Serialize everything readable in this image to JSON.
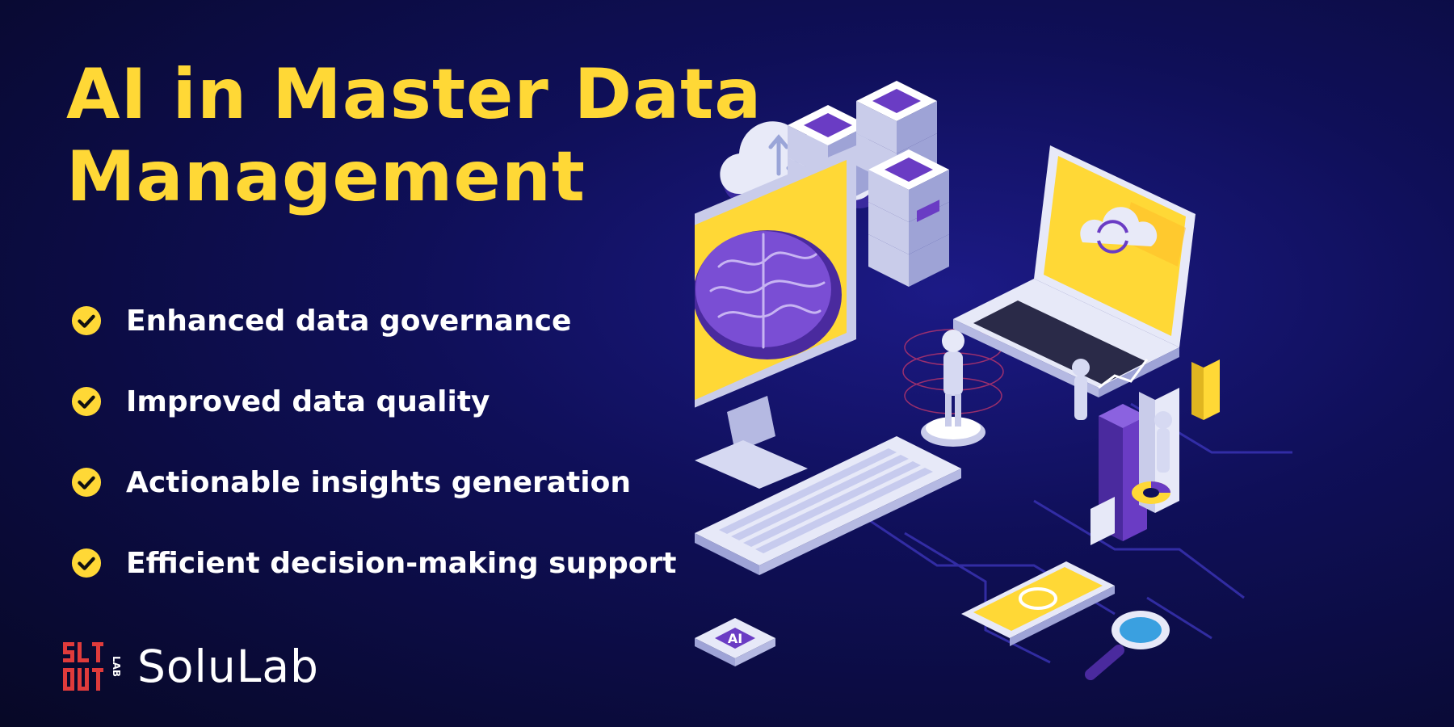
{
  "title": {
    "line1": "AI in Master Data",
    "line2": "Management"
  },
  "bullets": [
    {
      "label": "Enhanced data governance"
    },
    {
      "label": "Improved data quality"
    },
    {
      "label": "Actionable insights generation"
    },
    {
      "label": "Efficient decision-making support"
    }
  ],
  "brand": {
    "name": "SoluLab",
    "mark_text": "LAB"
  },
  "illustration": {
    "chip_label": "AI"
  },
  "colors": {
    "accent": "#ffd836",
    "purple": "#6a3cc4",
    "brand_red": "#e03b3b"
  }
}
